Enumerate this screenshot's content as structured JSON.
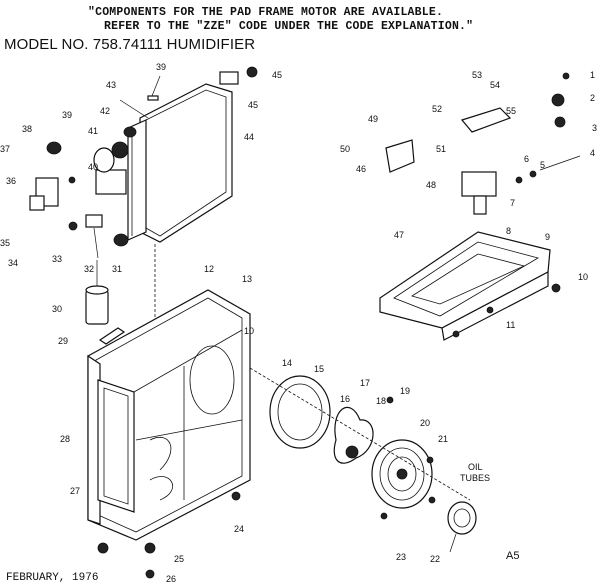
{
  "header": {
    "note_line1": "\"COMPONENTS FOR THE PAD FRAME MOTOR ARE AVAILABLE.",
    "note_line2": "REFER TO THE \"ZZE\" CODE UNDER THE CODE EXPLANATION.\"",
    "model": "MODEL NO. 758.74111 HUMIDIFIER"
  },
  "footer": {
    "date": "FEBRUARY, 1976",
    "page": "A5"
  },
  "labels": {
    "oil_tubes_1": "OIL",
    "oil_tubes_2": "TUBES"
  },
  "callouts": [
    "1",
    "2",
    "3",
    "4",
    "5",
    "6",
    "7",
    "8",
    "9",
    "10",
    "10",
    "11",
    "12",
    "13",
    "14",
    "15",
    "16",
    "17",
    "18",
    "19",
    "20",
    "21",
    "22",
    "23",
    "24",
    "25",
    "26",
    "27",
    "28",
    "29",
    "30",
    "31",
    "32",
    "33",
    "34",
    "35",
    "36",
    "37",
    "38",
    "39",
    "39",
    "40",
    "41",
    "42",
    "43",
    "44",
    "45",
    "45",
    "46",
    "47",
    "48",
    "49",
    "50",
    "51",
    "52",
    "53",
    "54",
    "55"
  ]
}
